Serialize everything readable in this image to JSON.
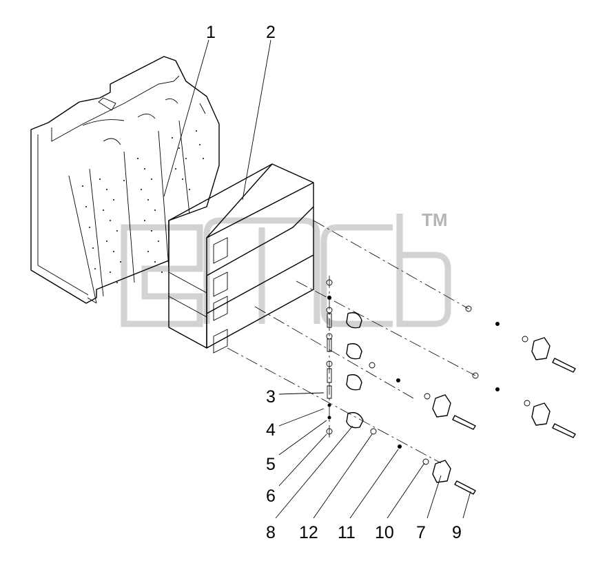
{
  "watermark": {
    "trademark": "TM"
  },
  "callouts": [
    {
      "id": "callout-1",
      "label": "1"
    },
    {
      "id": "callout-2",
      "label": "2"
    },
    {
      "id": "callout-3",
      "label": "3"
    },
    {
      "id": "callout-4",
      "label": "4"
    },
    {
      "id": "callout-5",
      "label": "5"
    },
    {
      "id": "callout-6",
      "label": "6"
    },
    {
      "id": "callout-8",
      "label": "8"
    },
    {
      "id": "callout-12",
      "label": "12"
    },
    {
      "id": "callout-11",
      "label": "11"
    },
    {
      "id": "callout-10",
      "label": "10"
    },
    {
      "id": "callout-7",
      "label": "7"
    },
    {
      "id": "callout-9",
      "label": "9"
    }
  ]
}
